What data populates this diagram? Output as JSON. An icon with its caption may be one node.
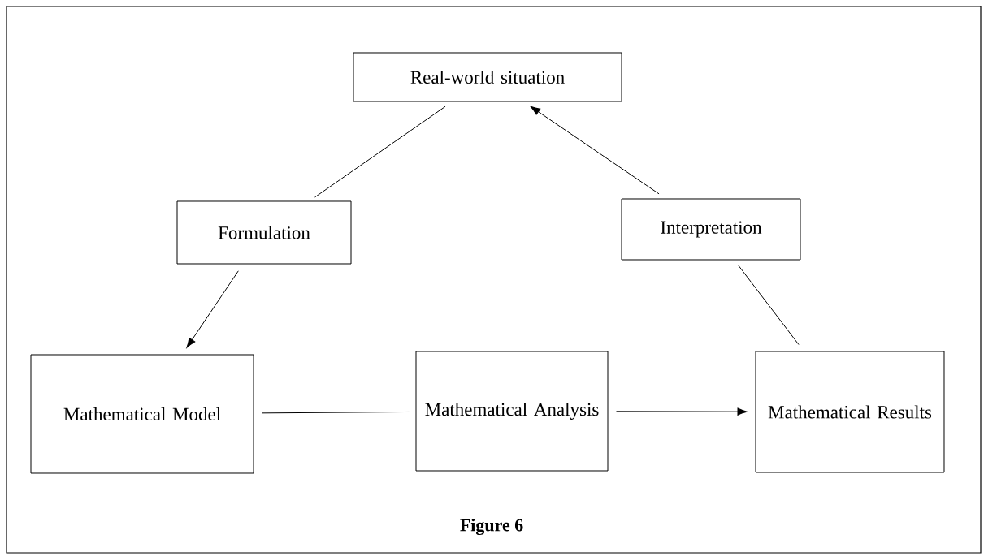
{
  "diagram": {
    "caption": "Figure 6",
    "nodes": [
      {
        "text": [
          "Real-world situation"
        ]
      },
      {
        "text": [
          "Formulation"
        ]
      },
      {
        "text": [
          "Interpretation"
        ]
      },
      {
        "text": [
          "Mathematical Model"
        ]
      },
      {
        "text": [
          "Mathematical Analysis"
        ]
      },
      {
        "text": [
          "Mathematical Results"
        ]
      }
    ],
    "edges": [
      {
        "from": 0,
        "to": 1,
        "arrow": "none"
      },
      {
        "from": 1,
        "to": 3,
        "arrow": "to"
      },
      {
        "from": 3,
        "to": 4,
        "arrow": "none"
      },
      {
        "from": 4,
        "to": 5,
        "arrow": "to"
      },
      {
        "from": 5,
        "to": 2,
        "arrow": "none"
      },
      {
        "from": 2,
        "to": 0,
        "arrow": "to"
      }
    ]
  }
}
